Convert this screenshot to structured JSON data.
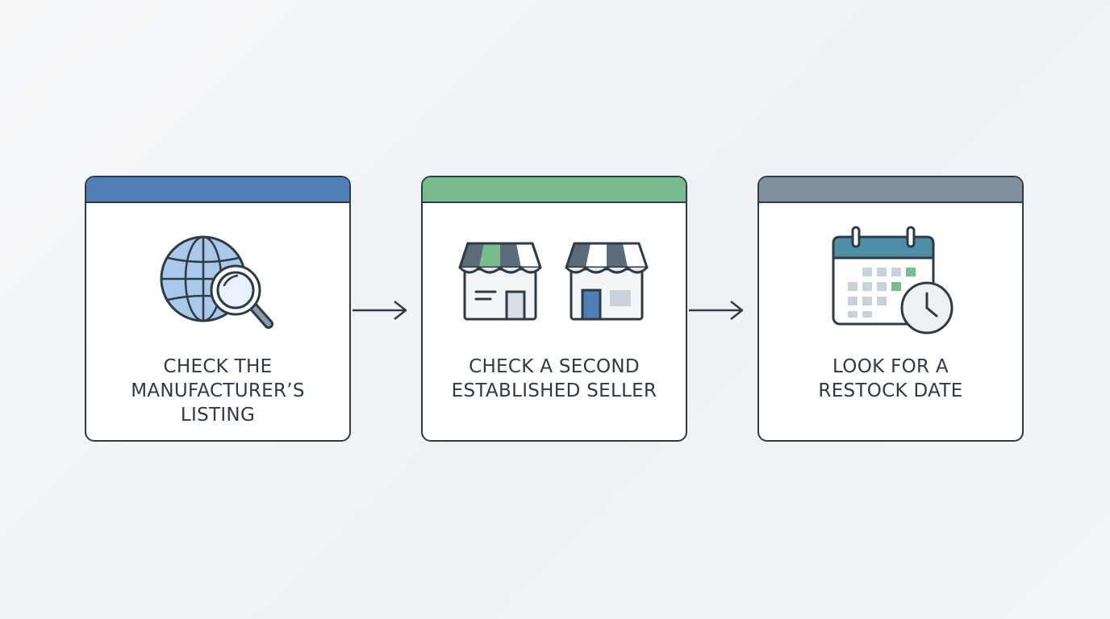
{
  "steps": [
    {
      "label": "CHECK THE\nMANUFACTURER’S\nLISTING",
      "icon": "globe-search-icon",
      "accent": "#4f7fb4"
    },
    {
      "label": "CHECK A SECOND\nESTABLISHED SELLER",
      "icon": "storefront-icon",
      "accent": "#79bd8f"
    },
    {
      "label": "LOOK FOR A\nRESTOCK DATE",
      "icon": "calendar-clock-icon",
      "accent": "#7e8f9e"
    }
  ],
  "connectors": [
    "arrow-right-icon",
    "arrow-right-icon"
  ]
}
